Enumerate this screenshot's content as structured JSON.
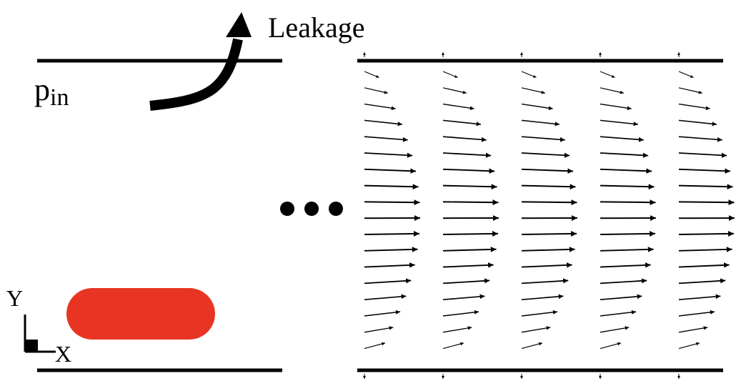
{
  "labels": {
    "leakage": "Leakage",
    "pressure_symbol": "p",
    "pressure_subscript": "in",
    "axis_y": "Y",
    "axis_x": "X"
  },
  "colors": {
    "cell": "#e83523",
    "ink": "#000000"
  },
  "ellipsis_icon": "three-dots",
  "velocity_field": {
    "profile": "parabolic",
    "columns": 5,
    "rows": 18,
    "wall_leakage_markers": true
  }
}
